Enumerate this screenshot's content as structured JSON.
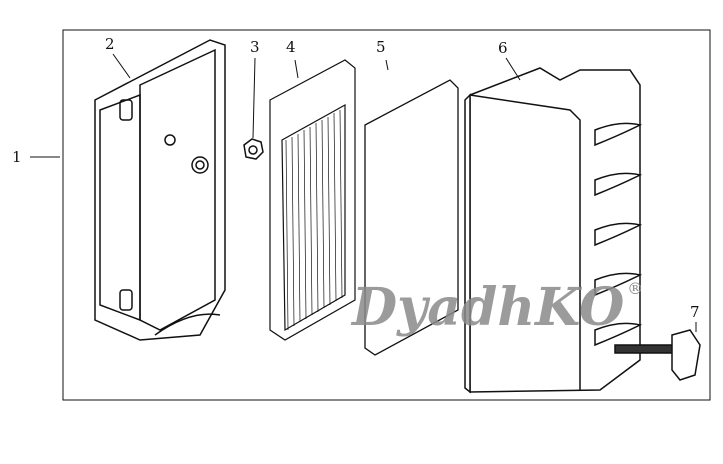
{
  "callouts": {
    "c1": "1",
    "c2": "2",
    "c3": "3",
    "c4": "4",
    "c5": "5",
    "c6": "6",
    "c7": "7"
  },
  "watermark": {
    "text": "DyadhKO",
    "registered": "®"
  },
  "colors": {
    "line": "#111111",
    "watermark": "#8a8a8a"
  }
}
